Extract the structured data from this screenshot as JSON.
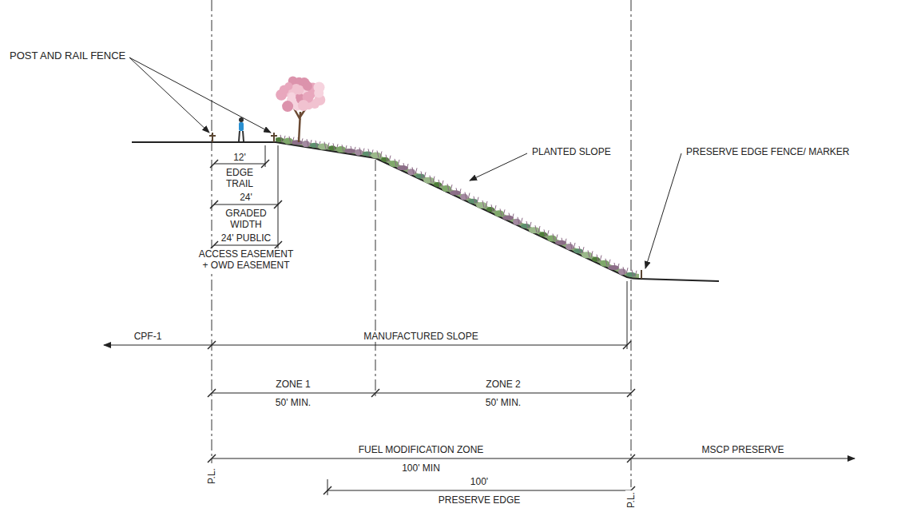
{
  "diagram": {
    "labels": [
      "POST AND RAIL FENCE",
      "12'",
      "EDGE TRAIL",
      "24'",
      "GRADED WIDTH",
      "24' PUBLIC",
      "ACCESS EASEMENT + OWD EASEMENT",
      "PLANTED SLOPE",
      "PRESERVE EDGE FENCE/ MARKER",
      "CPF-1",
      "MANUFACTURED SLOPE",
      "ZONE 1",
      "50' MIN.",
      "ZONE 2",
      "50' MIN.",
      "FUEL MODIFICATION ZONE",
      "MSCP PRESERVE",
      "100' MIN",
      "100'",
      "PRESERVE EDGE",
      "P.L.",
      "P.L."
    ]
  }
}
